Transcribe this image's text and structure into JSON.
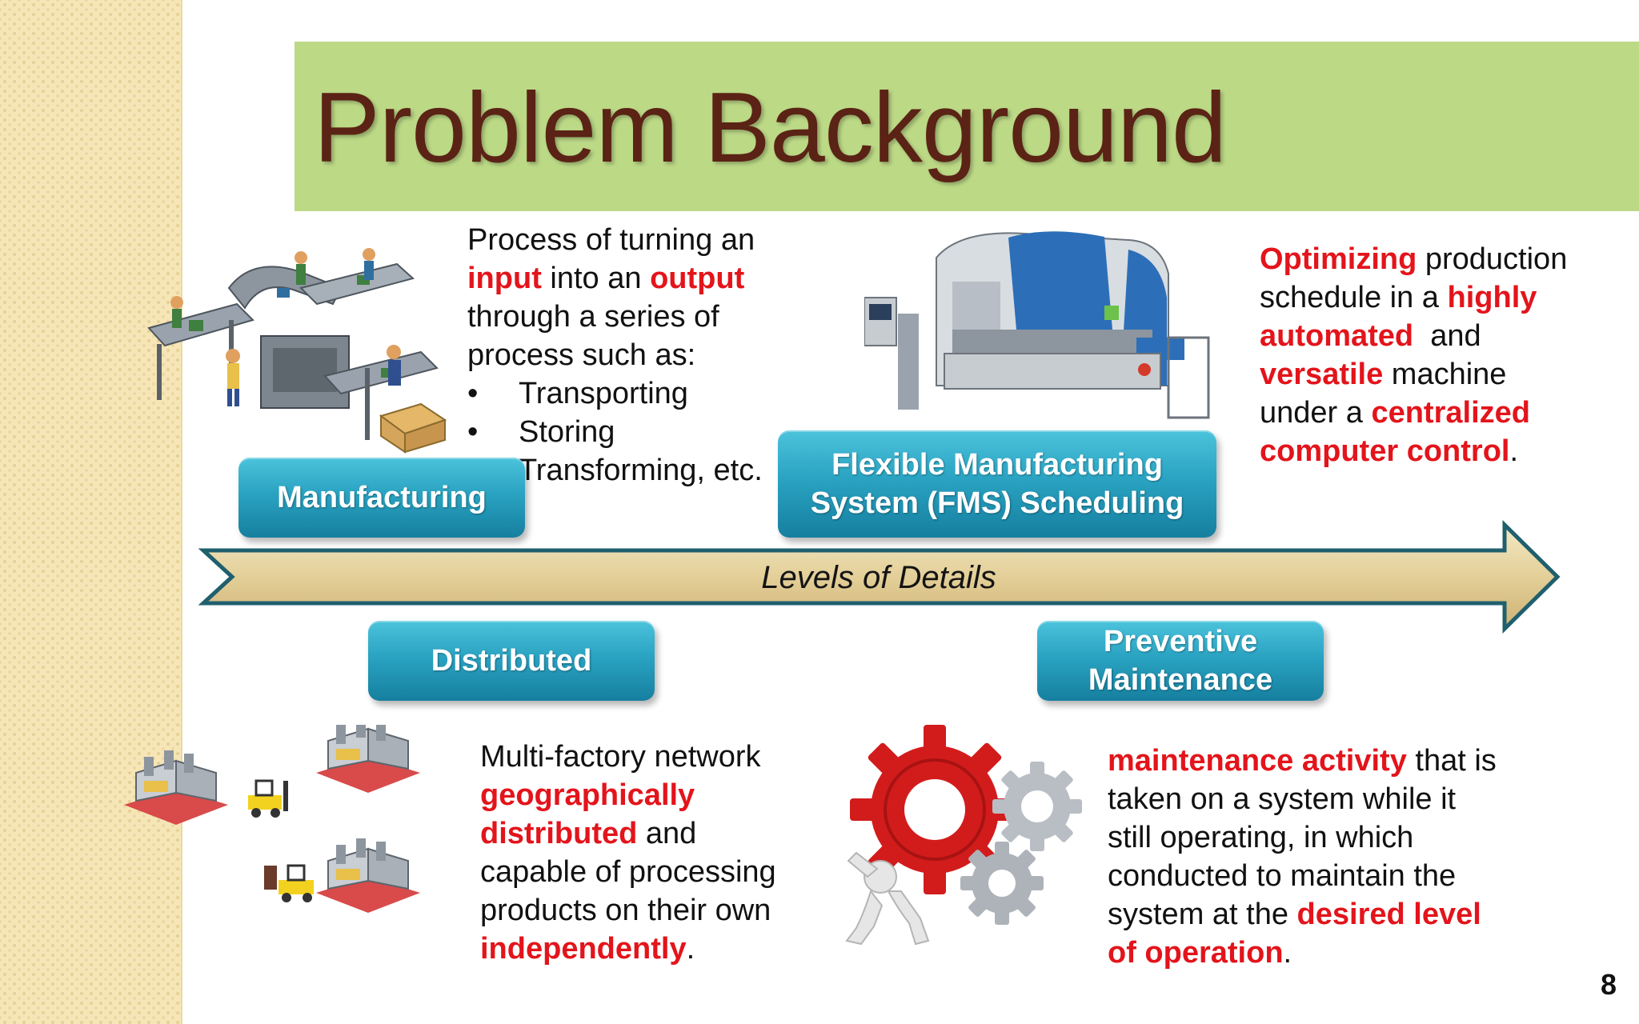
{
  "slide": {
    "title": "Problem Background",
    "page_number": "8"
  },
  "arrow": {
    "label": "Levels of Details"
  },
  "labels": {
    "manufacturing": "Manufacturing",
    "fms_line1": "Flexible Manufacturing",
    "fms_line2": "System (FMS) Scheduling",
    "distributed": "Distributed",
    "pm_line1": "Preventive",
    "pm_line2": "Maintenance"
  },
  "manufacturing_text": {
    "l1": "Process of turning an",
    "l2_hl1": "input",
    "l2_mid": " into an ",
    "l2_hl2": "output",
    "l3": "through a series of",
    "l4": "process such as:",
    "bullets": [
      "Transporting",
      "Storing",
      "Transforming, etc."
    ]
  },
  "fms_text": {
    "l1_hl": "Optimizing",
    "l1_rest": " production",
    "l2_pre": "schedule in a ",
    "l2_hl": "highly",
    "l3_hl": "automated",
    "l3_rest": "  and",
    "l4_hl": "versatile",
    "l4_rest": " machine",
    "l5_pre": "under a ",
    "l5_hl": "centralized",
    "l6_hl": "computer control",
    "l6_rest": "."
  },
  "distributed_text": {
    "l1": "Multi-factory network",
    "l2_hl": "geographically",
    "l3_hl": "distributed",
    "l3_rest": " and",
    "l4": "capable of processing",
    "l5": "products on their own",
    "l6_hl": "independently",
    "l6_rest": "."
  },
  "pm_text": {
    "l1_hl": "maintenance activity",
    "l1_rest": " that is",
    "l2": "taken on a system while it",
    "l3": "still operating, in which",
    "l4": "conducted to maintain the",
    "l5_pre": "system at the ",
    "l5_hl": "desired level",
    "l6_hl": "of operation",
    "l6_rest": "."
  },
  "colors": {
    "title_bar": "#bcd986",
    "title_text": "#5a2315",
    "highlight": "#e3141b",
    "pill": "#2aa3c2",
    "arrow_fill": "#e7d6a4",
    "arrow_stroke": "#1f5f6e"
  },
  "icons": [
    "conveyor-illustration",
    "fms-machine-illustration",
    "factory-network-illustration",
    "gears-illustration"
  ]
}
